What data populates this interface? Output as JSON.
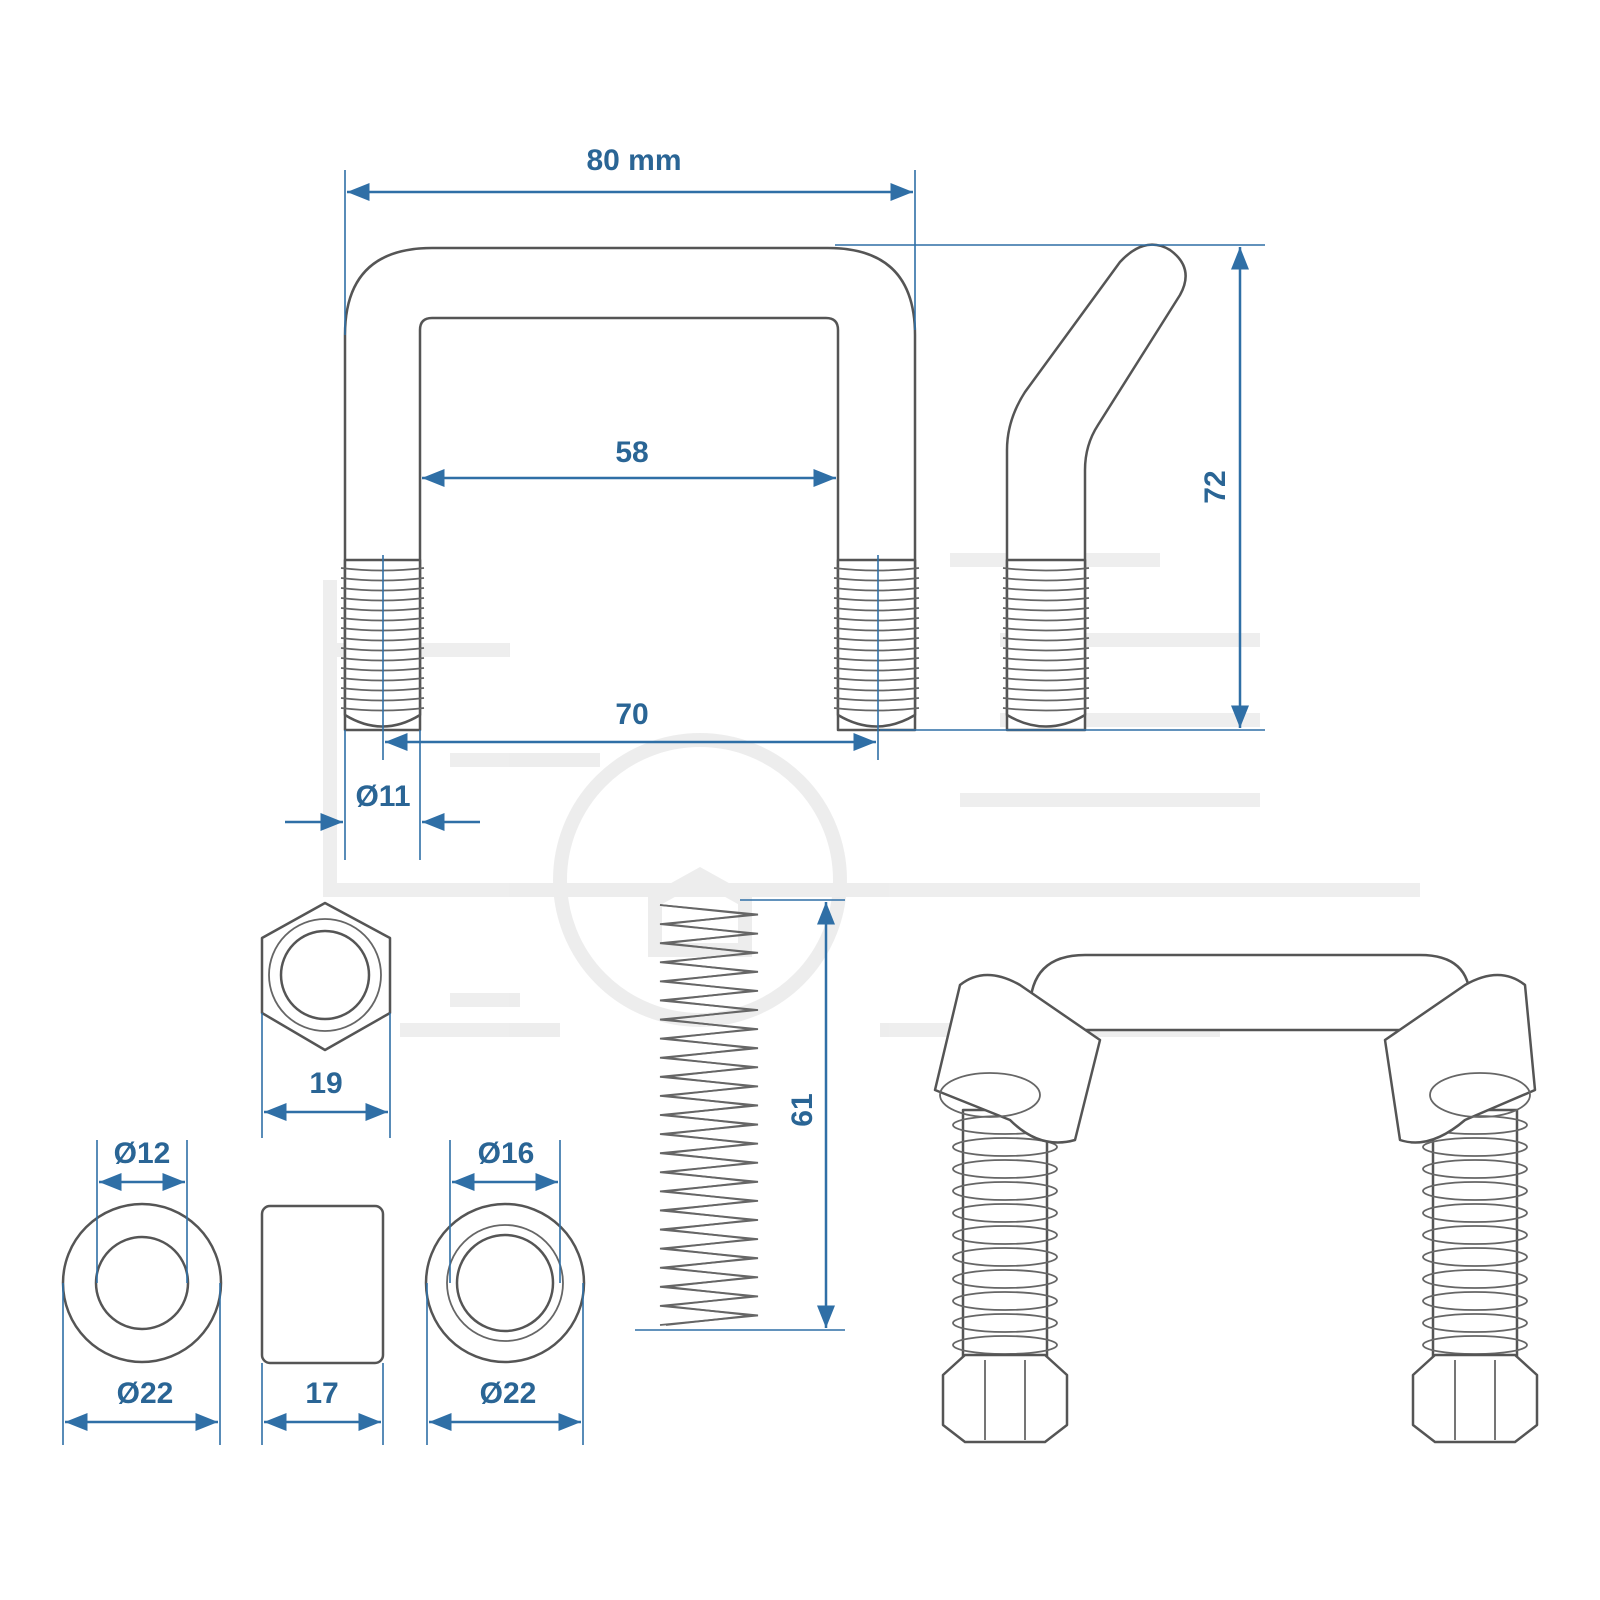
{
  "colors": {
    "dimension": "#2f6fa6",
    "label": "#2a6595",
    "outline": "#555555"
  },
  "labels": {
    "overall_width": "80 mm",
    "inner_width": "58",
    "leg_spacing": "70",
    "rod_diameter": "Ø11",
    "height": "72",
    "nut_size": "19",
    "washer_inner_left": "Ø12",
    "washer_outer_left": "Ø22",
    "bushing_length": "17",
    "washer_inner_right": "Ø16",
    "washer_outer_right": "Ø22",
    "spring_length": "61"
  }
}
